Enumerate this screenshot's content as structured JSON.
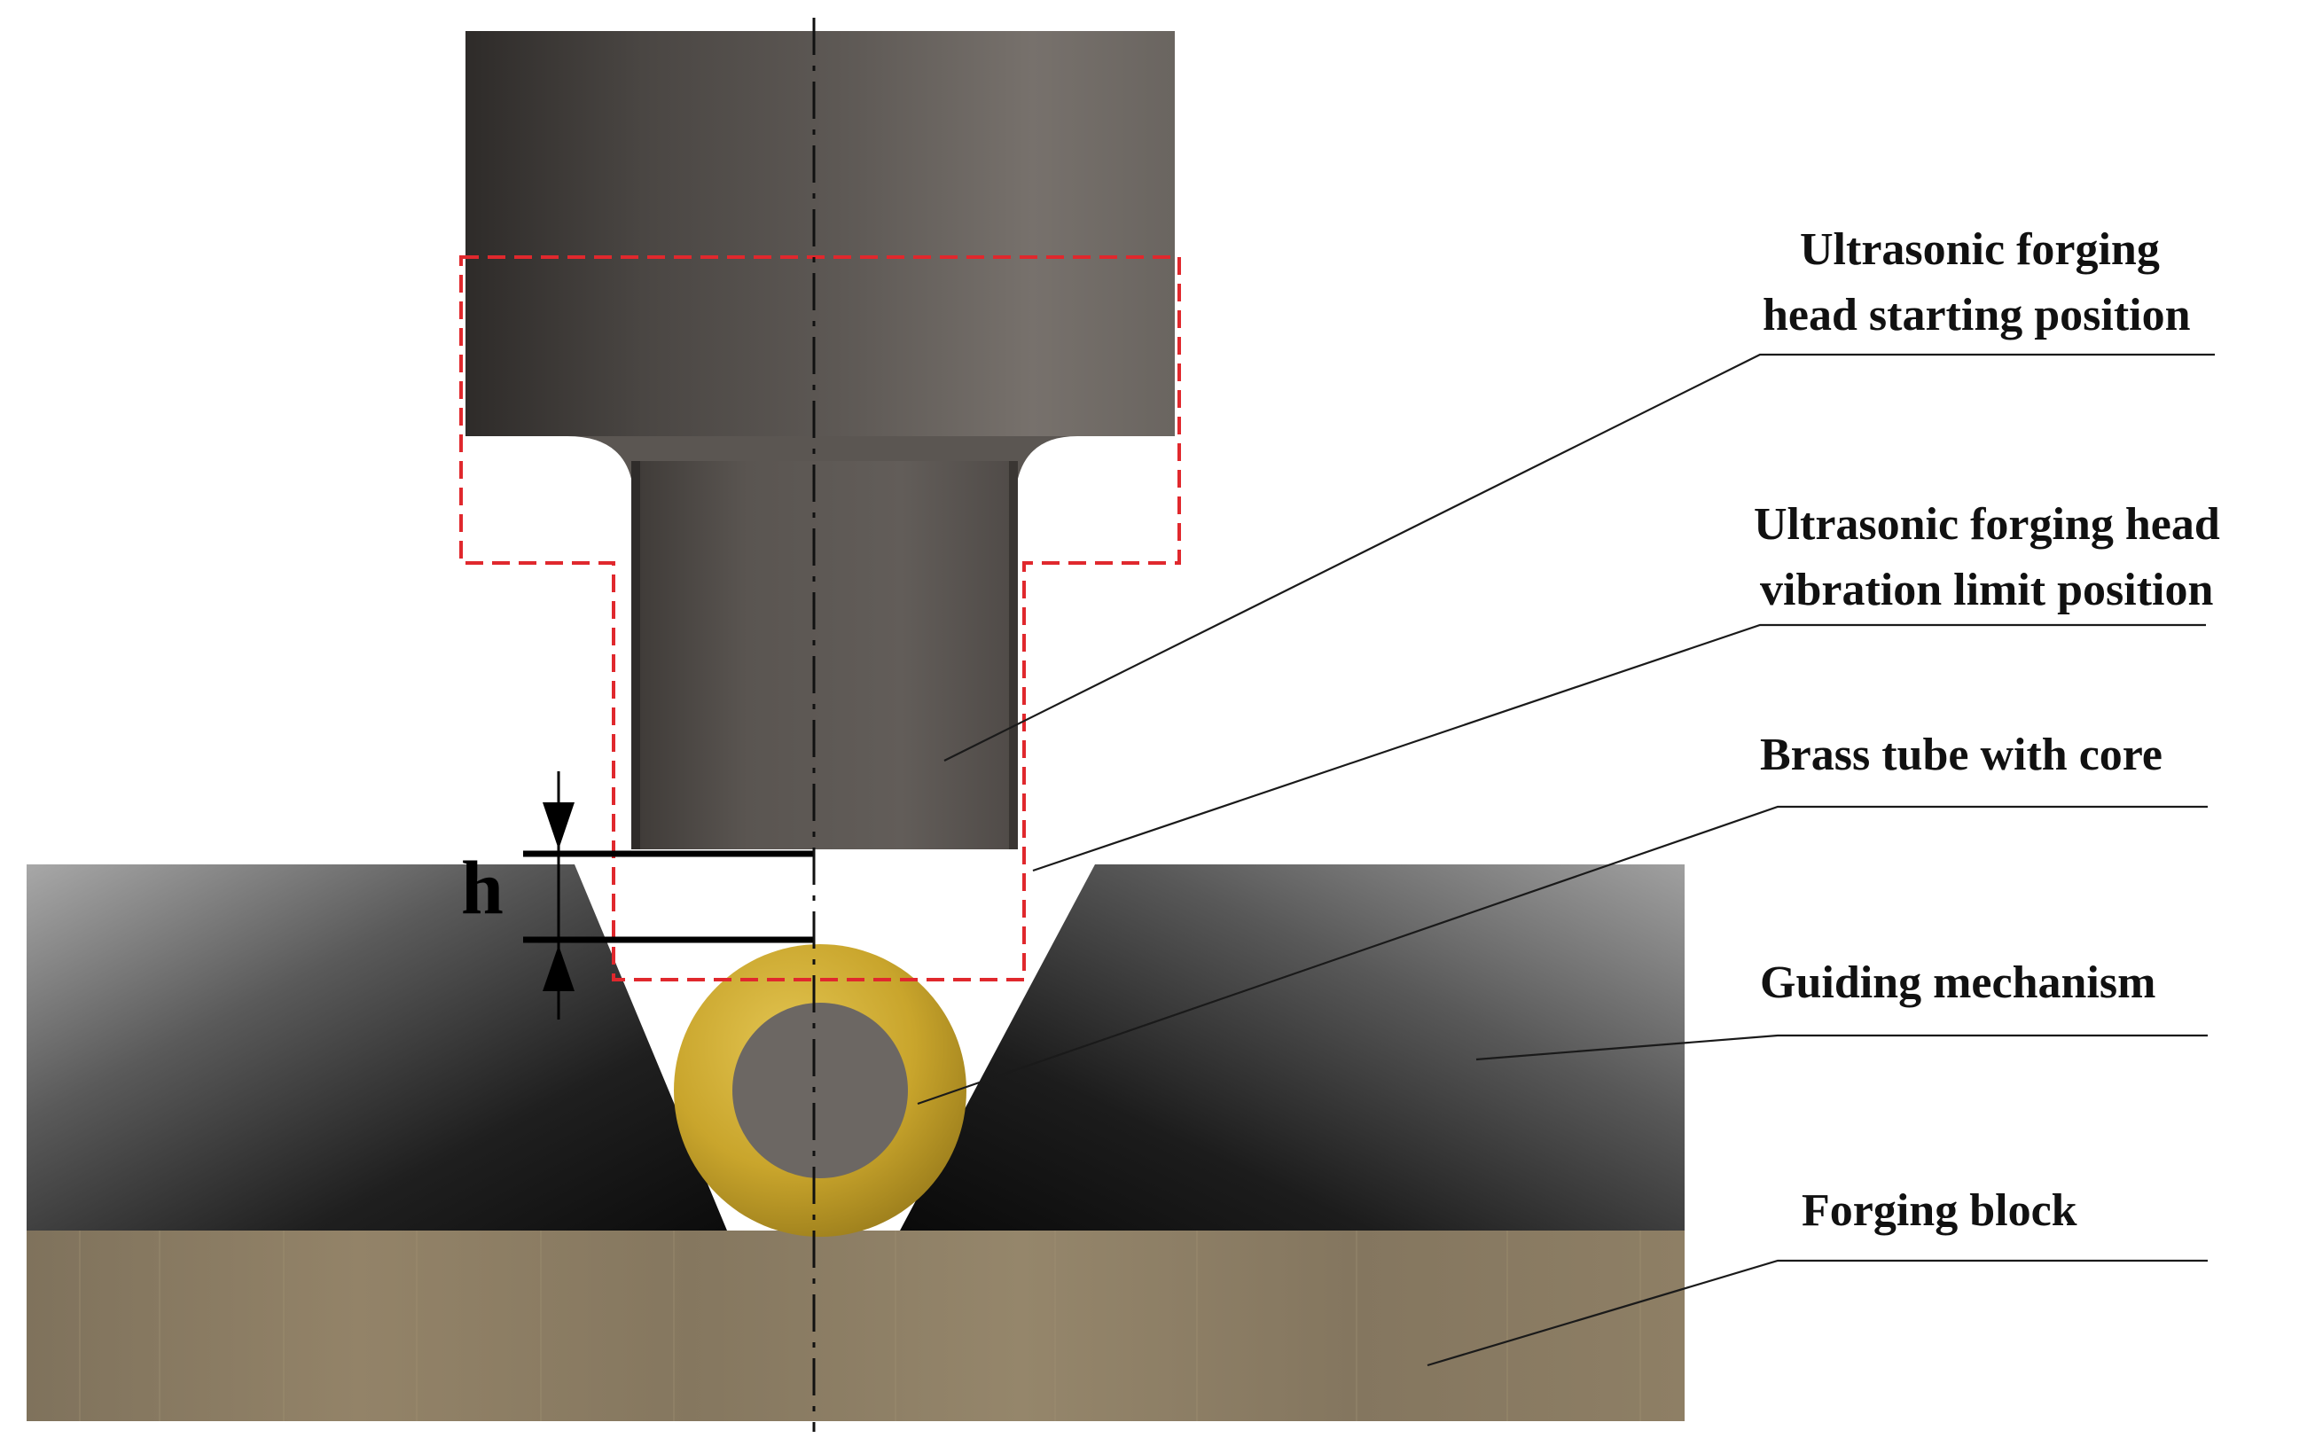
{
  "labels": {
    "starting_position_line1": "Ultrasonic forging",
    "starting_position_line2": "head starting position",
    "vibration_limit_line1": "Ultrasonic forging head",
    "vibration_limit_line2": "vibration limit position",
    "brass_tube": "Brass tube with core",
    "guiding_mechanism": "Guiding mechanism",
    "forging_block": "Forging block"
  },
  "dimension": {
    "symbol": "h"
  },
  "colors": {
    "forging_head_dark": "#3a3633",
    "forging_head_light": "#6f6a66",
    "limit_outline": "#e0282d",
    "guide_dark": "#0f0f0f",
    "guide_light": "#9c9c9c",
    "brass_ring": "#c9a52c",
    "tube_core": "#6c6763",
    "forging_block": "#8d7d62",
    "leader_line": "#1a1a1a"
  },
  "icons": {
    "dimension_arrow_down": "arrow-down-icon",
    "dimension_arrow_up": "arrow-up-icon"
  }
}
